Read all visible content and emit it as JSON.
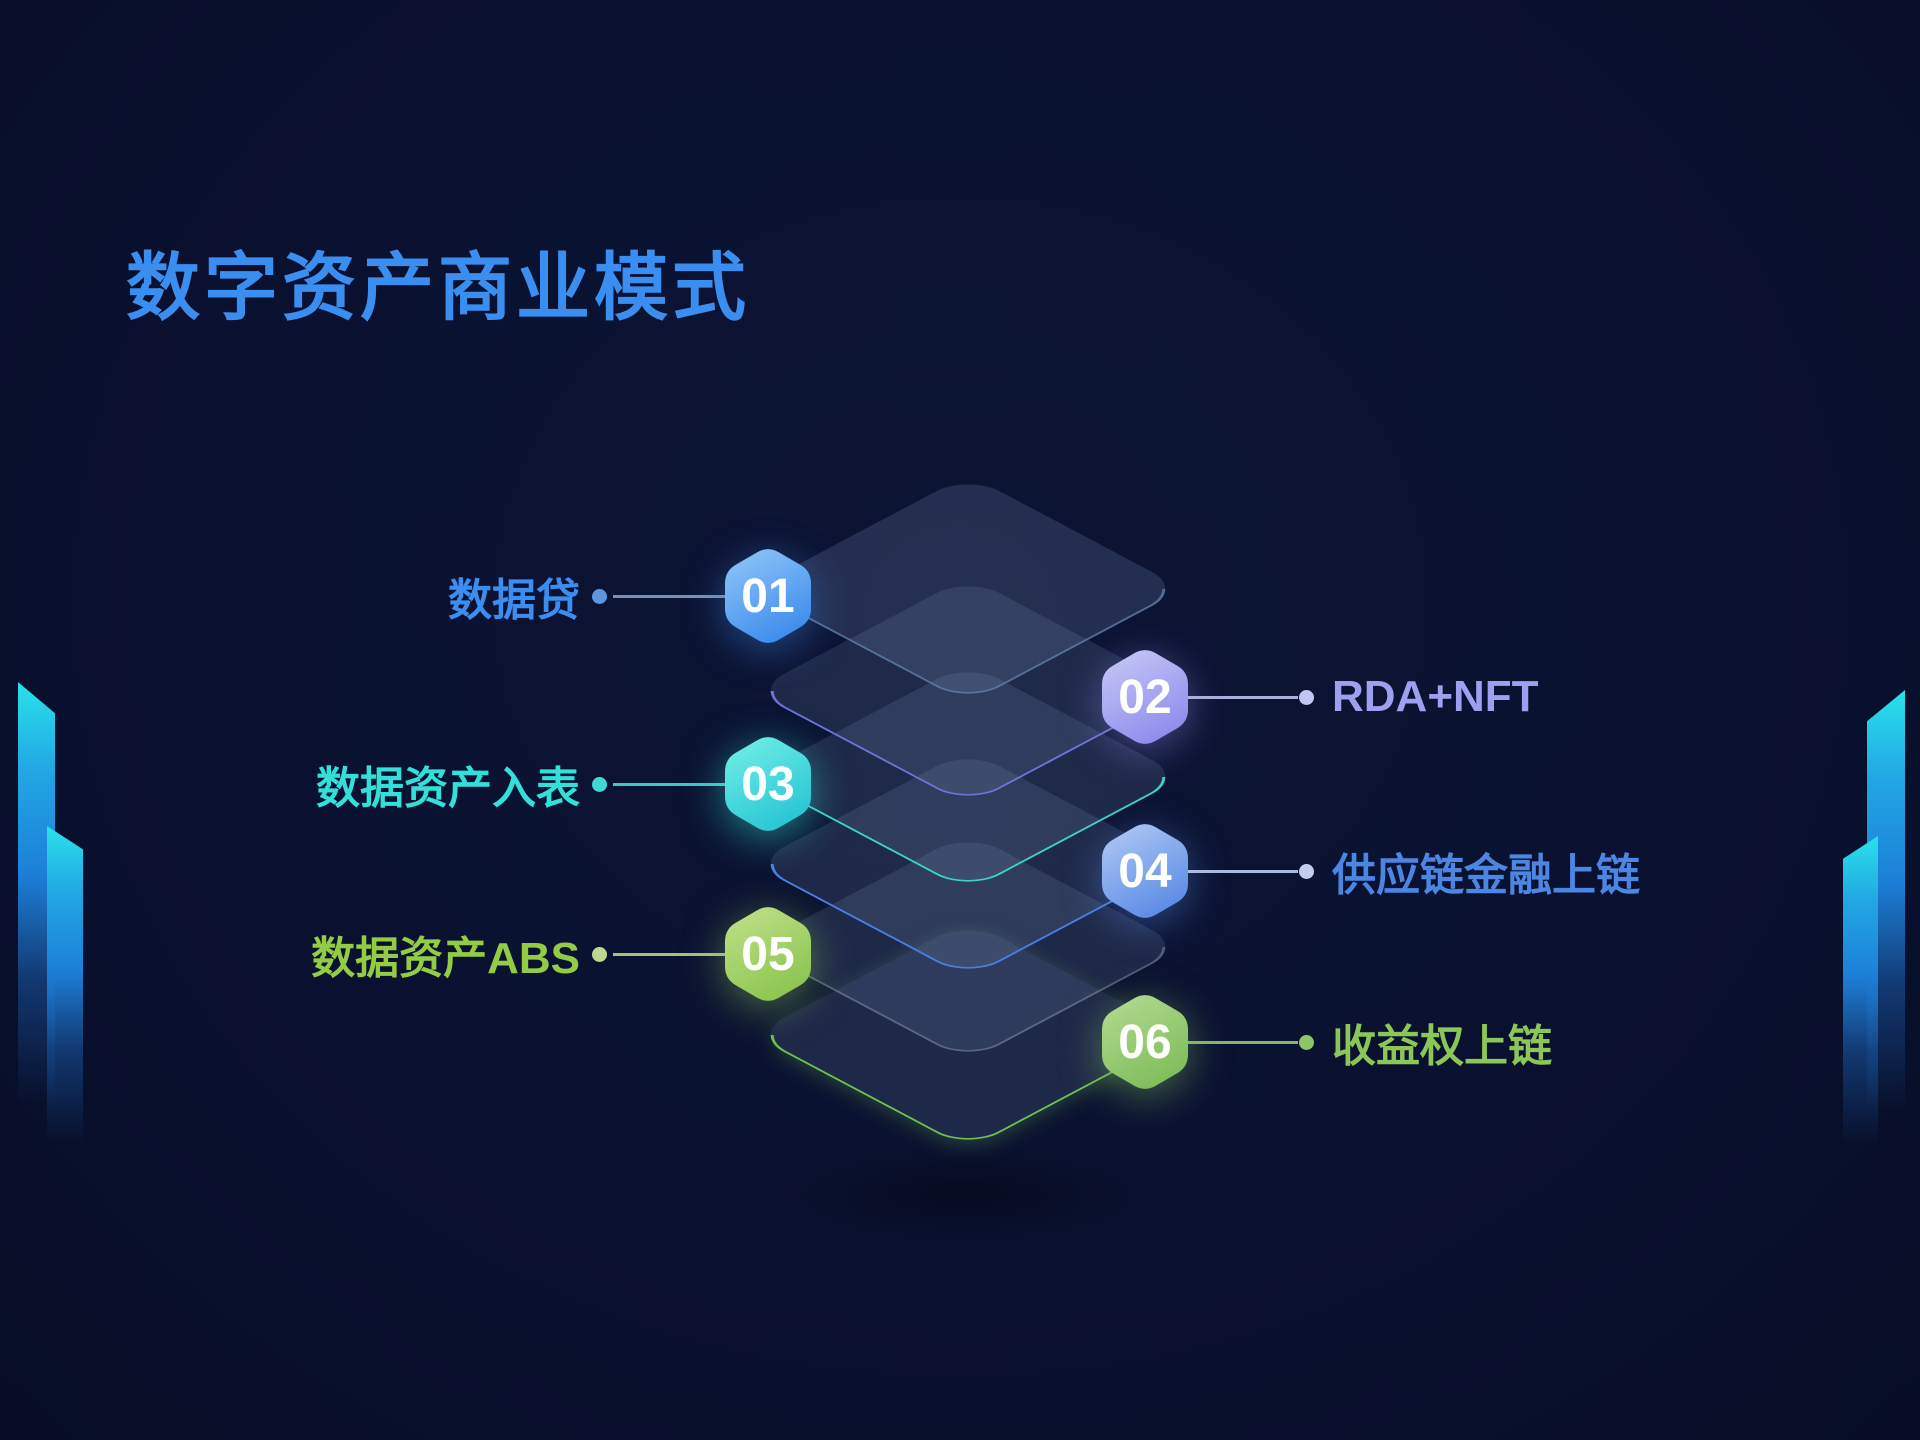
{
  "title": "数字资产商业模式",
  "theme": {
    "bg": "#0a1130",
    "title_color": "#3a8ef0",
    "decor_cyan": "#2ae1ea",
    "decor_blue": "#1d7fd8"
  },
  "layers": [
    {
      "name": "layer-1",
      "rim": "rgba(95,130,175,0.75)"
    },
    {
      "name": "layer-2",
      "rim": "#6b74d8"
    },
    {
      "name": "layer-3",
      "rim": "#3ed2c6"
    },
    {
      "name": "layer-4",
      "rim": "#4a7fe2"
    },
    {
      "name": "layer-5",
      "rim": "rgba(170,190,210,0.35)"
    },
    {
      "name": "layer-6",
      "rim": "#6fbe52"
    }
  ],
  "rows": [
    {
      "num": "01",
      "label": "数据贷",
      "side": "left",
      "colors": {
        "label": "#3b8ef0",
        "line": "#7f9cc4",
        "dot": "#5b97e0",
        "hex_top": "#90c6f8",
        "hex_bottom": "#3e8cee",
        "glow": "rgba(62,140,238,0.45)"
      }
    },
    {
      "num": "02",
      "label": "RDA+NFT",
      "side": "right",
      "colors": {
        "label": "#9da0ee",
        "line": "#b9bce8",
        "dot": "#c2c4f2",
        "hex_top": "#c6c8f6",
        "hex_bottom": "#8f8cec",
        "glow": "rgba(143,140,236,0.45)"
      }
    },
    {
      "num": "03",
      "label": "数据资产入表",
      "side": "left",
      "colors": {
        "label": "#32dfd9",
        "line": "#3fd9d4",
        "dot": "#3fd9d4",
        "hex_top": "#72efe6",
        "hex_bottom": "#27c6d4",
        "glow": "rgba(47,217,206,0.55)"
      }
    },
    {
      "num": "04",
      "label": "供应链金融上链",
      "side": "right",
      "colors": {
        "label": "#4a86e2",
        "line": "#b9c8ec",
        "dot": "#c2cdf0",
        "hex_top": "#b1c8f4",
        "hex_bottom": "#5c8ce6",
        "glow": "rgba(92,140,230,0.45)"
      }
    },
    {
      "num": "05",
      "label": "数据资产ABS",
      "side": "left",
      "colors": {
        "label": "#93cb44",
        "line": "#aed286",
        "dot": "#bcd88d",
        "hex_top": "#c0e08a",
        "hex_bottom": "#8cc551",
        "glow": "rgba(140,197,81,0.5)"
      }
    },
    {
      "num": "06",
      "label": "收益权上链",
      "side": "right",
      "colors": {
        "label": "#8cc558",
        "line": "#8fc468",
        "dot": "#8fc468",
        "hex_top": "#b4da92",
        "hex_bottom": "#7fbd5b",
        "glow": "rgba(127,189,91,0.5)"
      }
    }
  ]
}
